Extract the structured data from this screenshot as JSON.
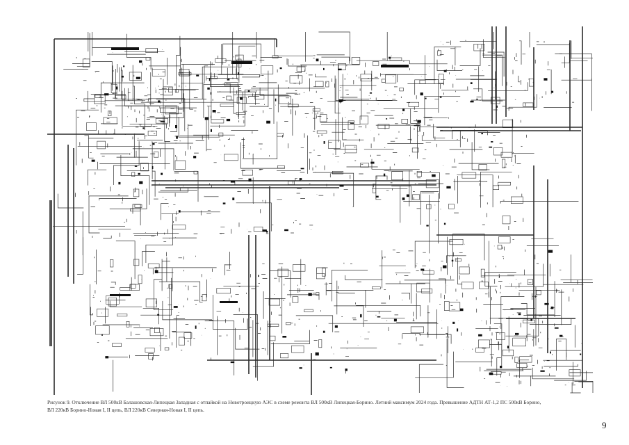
{
  "diagram": {
    "kind": "power-grid single-line scheme",
    "line_color": "#2b2b2b",
    "fill_color": "#111111"
  },
  "caption": {
    "line1": "Рисунок 9. Отключение ВЛ 500кВ Балашовская-Липецкая Западная с отпайкой на Новотроицкую АЭС в схеме ремонта ВЛ 500кВ Липецкая-Борино. Летний максимум 2024 года. Превышение АДТН АТ-1,2 ПС 500кВ Борино,",
    "line2": "ВЛ 220кВ Борино-Новая I, II цепь, ВЛ 220кВ Северная-Новая I, II цепь."
  },
  "page_number": "9"
}
